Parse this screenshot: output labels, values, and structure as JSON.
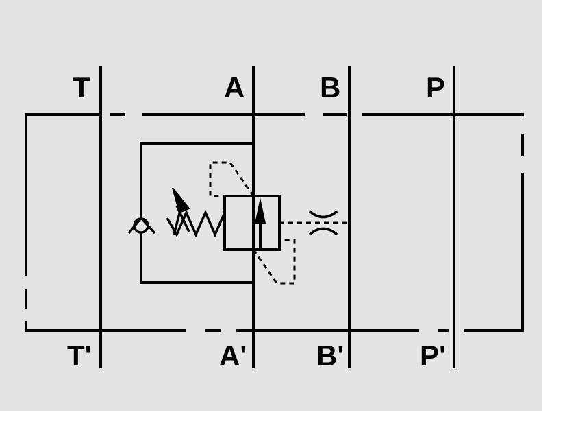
{
  "colors": {
    "panel": "#e4e4e5",
    "ink": "#000000",
    "page": "#ffffff"
  },
  "ports": {
    "top": {
      "t": "T",
      "a": "A",
      "b": "B",
      "p": "P"
    },
    "bottom": {
      "t": "T'",
      "a": "A'",
      "b": "B'",
      "p": "P'"
    }
  }
}
